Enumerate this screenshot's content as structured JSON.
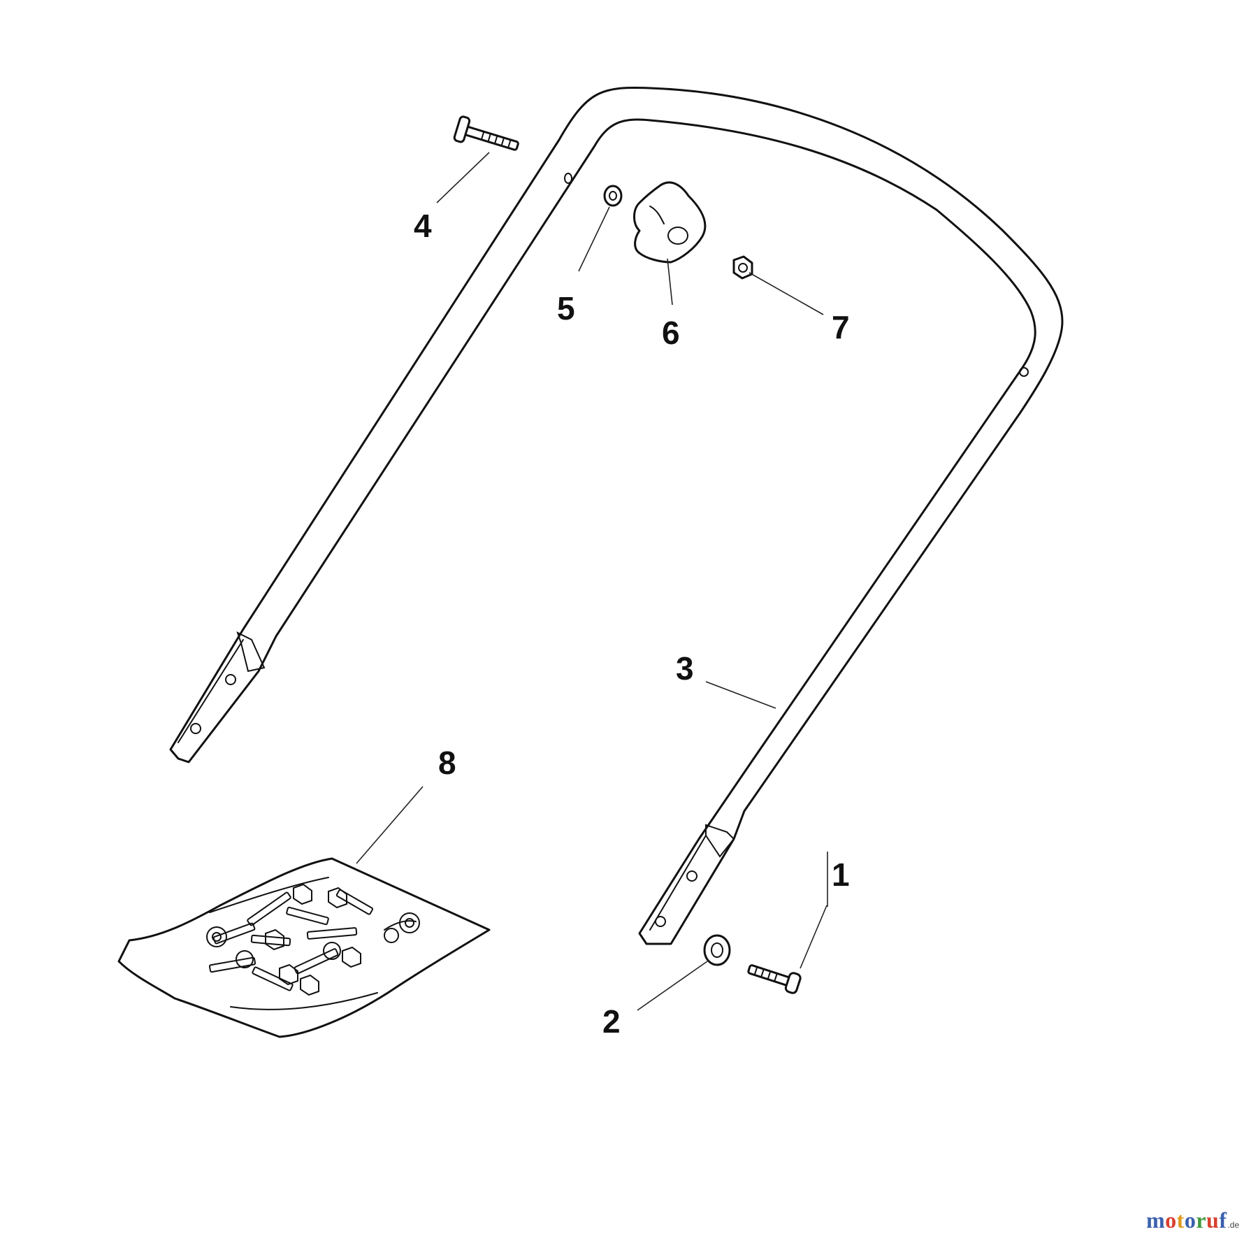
{
  "callouts": {
    "c1": "1",
    "c2": "2",
    "c3": "3",
    "c4": "4",
    "c5": "5",
    "c6": "6",
    "c7": "7",
    "c8": "8"
  },
  "watermark": {
    "letters": [
      "m",
      "o",
      "t",
      "o",
      "r",
      "u",
      "f"
    ],
    "letter_colors": [
      "#3a5fae",
      "#d9402e",
      "#e09a1f",
      "#3a5fae",
      "#3f9a3c",
      "#d9402e",
      "#3a5fae"
    ],
    "tld": ".de"
  },
  "icons": {
    "handle": "handle-bar-icon",
    "bolt_long": "carriage-bolt-icon",
    "washer_small": "washer-icon",
    "knob": "star-knob-icon",
    "nut": "hex-nut-icon",
    "washer_large": "washer-icon",
    "bolt_short": "bolt-icon",
    "hardware_bag": "hardware-bag-icon"
  }
}
